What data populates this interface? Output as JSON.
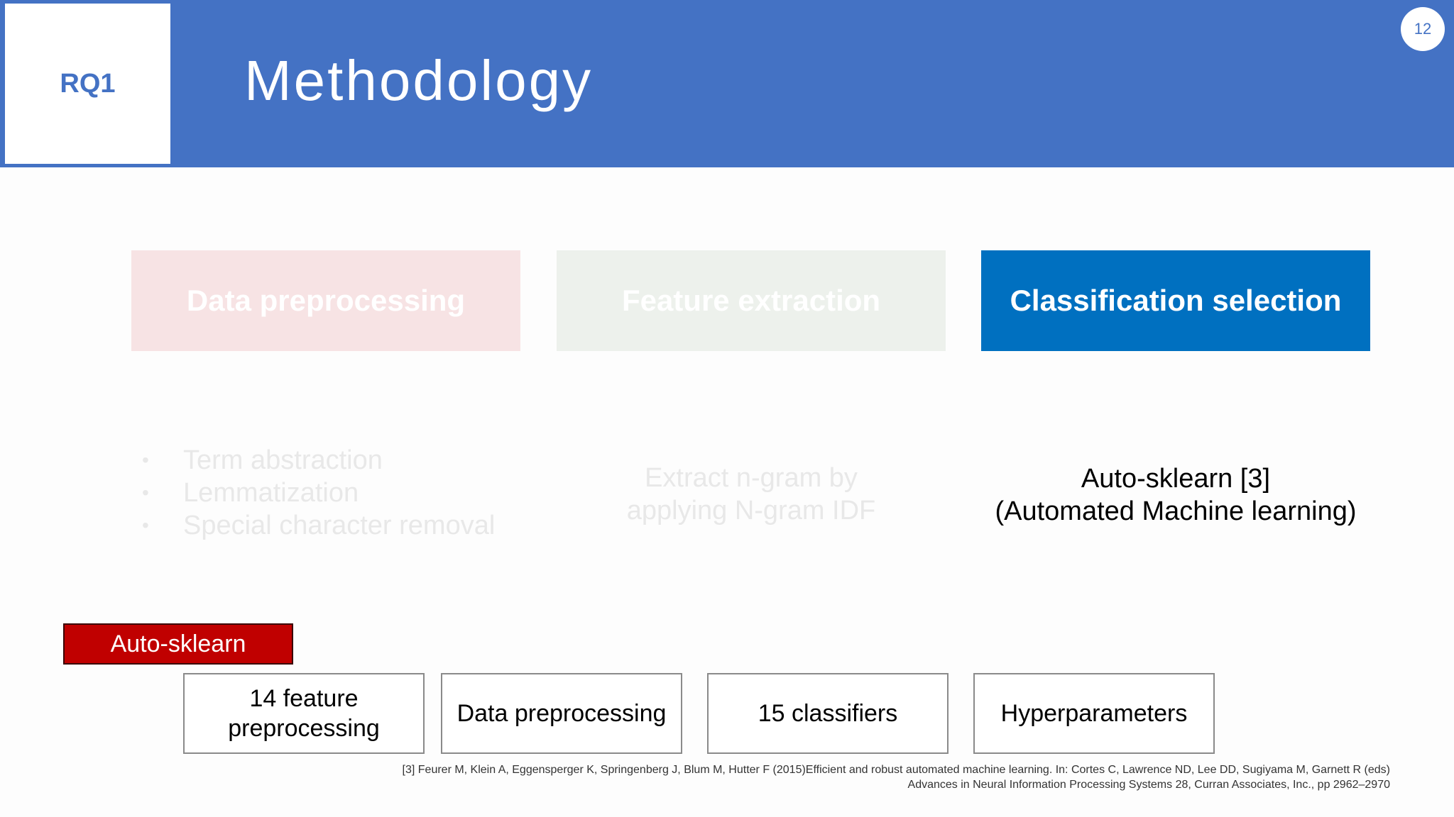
{
  "header": {
    "rq_label": "RQ1",
    "title": "Methodology",
    "page_number": "12"
  },
  "stages": [
    {
      "label": "Data preprocessing",
      "state": "faded",
      "bullets": [
        "Term abstraction",
        "Lemmatization",
        "Special character removal"
      ]
    },
    {
      "label": "Feature extraction",
      "state": "faded",
      "description_lines": [
        "Extract n-gram by",
        "applying N-gram IDF"
      ]
    },
    {
      "label": "Classification selection",
      "state": "active",
      "description_lines": [
        "Auto-sklearn [3]",
        "(Automated Machine learning)"
      ]
    }
  ],
  "auto_sklearn": {
    "label": "Auto-sklearn",
    "components": [
      {
        "lines": [
          "14 feature",
          "preprocessing"
        ]
      },
      {
        "lines": [
          "Data preprocessing"
        ]
      },
      {
        "lines": [
          "15 classifiers"
        ]
      },
      {
        "lines": [
          "Hyperparameters"
        ]
      }
    ]
  },
  "reference": {
    "lines": [
      "[3] Feurer M, Klein A, Eggensperger K, Springenberg J, Blum M, Hutter F (2015)Efficient and robust automated machine learning. In: Cortes C, Lawrence ND, Lee DD, Sugiyama M, Garnett R (eds)",
      "Advances in Neural Information  Processing Systems 28, Curran Associates, Inc., pp 2962–2970"
    ]
  },
  "colors": {
    "header_bg": "#4472c4",
    "active_stage_bg": "#0070c0",
    "stage_1_faded_bg": "#f7e3e4",
    "stage_2_faded_bg": "#edf1ec",
    "auto_sklearn_label_bg": "#c00000"
  }
}
